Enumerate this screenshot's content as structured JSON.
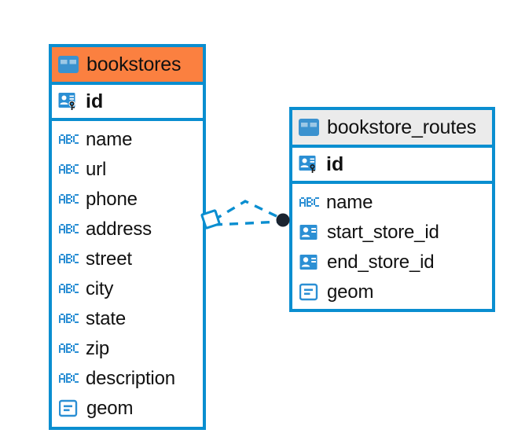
{
  "diagram": {
    "type": "entity-relationship-diagram",
    "colors": {
      "border": "#0a8ed0",
      "accent": "#0a8ed0",
      "header_highlight": "#fb8040",
      "header_default": "#ebebeb",
      "text": "#111111",
      "connector": "#0a8ed0",
      "connector_endpoint": "#1b2430"
    },
    "entities": [
      {
        "name": "bookstores",
        "title_icon": "table-icon",
        "header_color": "#fb8040",
        "primary_key": {
          "label": "id",
          "icon": "primary-key-icon"
        },
        "fields": [
          {
            "label": "name",
            "icon": "abc-text-icon"
          },
          {
            "label": "url",
            "icon": "abc-text-icon"
          },
          {
            "label": "phone",
            "icon": "abc-text-icon"
          },
          {
            "label": "address",
            "icon": "abc-text-icon"
          },
          {
            "label": "street",
            "icon": "abc-text-icon"
          },
          {
            "label": "city",
            "icon": "abc-text-icon"
          },
          {
            "label": "state",
            "icon": "abc-text-icon"
          },
          {
            "label": "zip",
            "icon": "abc-text-icon"
          },
          {
            "label": "description",
            "icon": "abc-text-icon"
          },
          {
            "label": "geom",
            "icon": "geometry-icon"
          }
        ]
      },
      {
        "name": "bookstore_routes",
        "title_icon": "table-icon",
        "header_color": "#ebebeb",
        "primary_key": {
          "label": "id",
          "icon": "primary-key-icon"
        },
        "fields": [
          {
            "label": "name",
            "icon": "abc-text-icon"
          },
          {
            "label": "start_store_id",
            "icon": "foreign-key-icon"
          },
          {
            "label": "end_store_id",
            "icon": "foreign-key-icon"
          },
          {
            "label": "geom",
            "icon": "geometry-icon"
          }
        ]
      }
    ],
    "relationship": {
      "source_entity": "bookstores",
      "target_entity": "bookstore_routes",
      "line_style": "dashed",
      "source_endpoint": "diamond",
      "target_endpoint": "filled-circle"
    }
  }
}
